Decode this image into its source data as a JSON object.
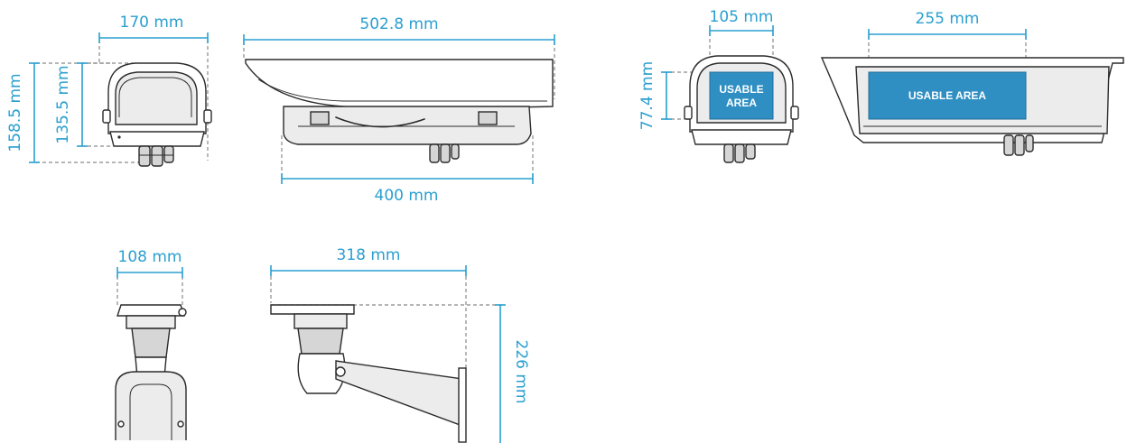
{
  "colors": {
    "dimension": "#2a9fd0",
    "usable_area": "#2f8fc3",
    "outline": "#2b2b2b",
    "extension": "#8a8a8a"
  },
  "front_view": {
    "width": "170 mm",
    "height_total": "158.5 mm",
    "height_body": "135.5 mm"
  },
  "side_view": {
    "length_total": "502.8 mm",
    "length_body": "400 mm"
  },
  "usable_front": {
    "width": "105 mm",
    "height": "77.4 mm",
    "label_line1": "USABLE",
    "label_line2": "AREA"
  },
  "usable_side": {
    "length": "255 mm",
    "label": "USABLE AREA"
  },
  "bracket_front": {
    "width": "108 mm"
  },
  "bracket_side": {
    "length": "318 mm",
    "height": "226 mm"
  }
}
